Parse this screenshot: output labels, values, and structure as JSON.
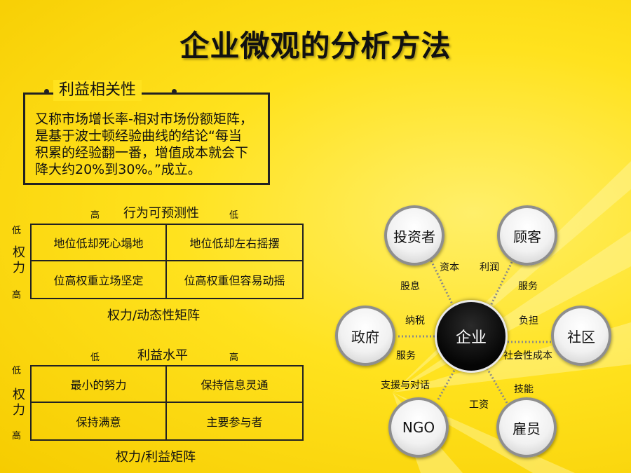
{
  "title": "企业微观的分析方法",
  "info": {
    "label": "利益相关性",
    "lines": [
      "又称市场增长率-相对市场份额矩阵，",
      "是基于波士顿经验曲线的结论“每当",
      "积累的经验翻一番，增值成本就会下",
      "降大约20%到30%。”成立。"
    ]
  },
  "matrix1": {
    "x_title": "行为可预测性",
    "x_left": "高",
    "x_right": "低",
    "y_top": "低",
    "y_label_1": "权",
    "y_label_2": "力",
    "y_bottom": "高",
    "cells": [
      "地位低却死心塌地",
      "地位低却左右摇摆",
      "位高权重立场坚定",
      "位高权重但容易动摇"
    ],
    "caption": "权力/动态性矩阵"
  },
  "matrix2": {
    "x_title": "利益水平",
    "x_left": "低",
    "x_right": "高",
    "y_top": "低",
    "y_label_1": "权",
    "y_label_2": "力",
    "y_bottom": "高",
    "cells": [
      "最小的努力",
      "保持信息灵通",
      "保持满意",
      "主要参与者"
    ],
    "caption": "权力/利益矩阵"
  },
  "network": {
    "center": "企业",
    "nodes": {
      "investor": "投资者",
      "customer": "顾客",
      "government": "政府",
      "community": "社区",
      "ngo": "NGO",
      "employee": "雇员"
    },
    "edge_labels": {
      "capital": "资本",
      "dividend": "股息",
      "profit": "利润",
      "service_customer": "服务",
      "tax": "纳税",
      "service_gov": "服务",
      "burden": "负担",
      "social_cost": "社会性成本",
      "support": "支援与对话",
      "wage": "工资",
      "skill": "技能"
    }
  }
}
